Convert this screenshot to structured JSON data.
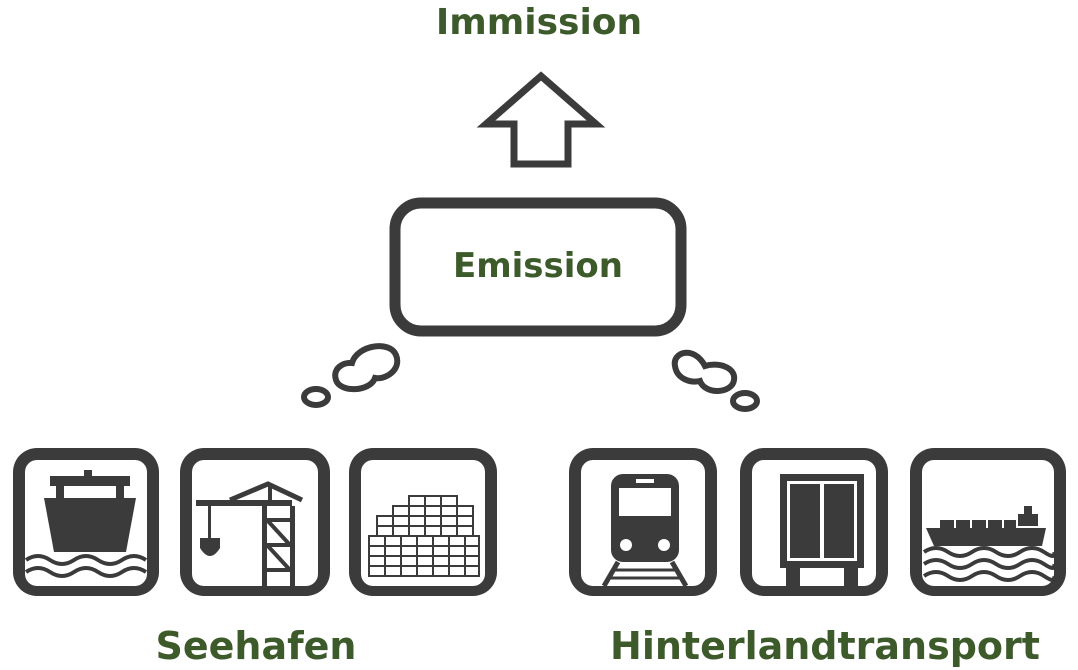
{
  "diagram": {
    "top_label": "Immission",
    "center_label": "Emission",
    "left_group_label": "Seehafen",
    "right_group_label": "Hinterlandtransport",
    "colors": {
      "text": "#3d5a2a",
      "icon": "#3b3b3b"
    },
    "left_icons": [
      "ship-icon",
      "crane-icon",
      "containers-icon"
    ],
    "right_icons": [
      "train-icon",
      "truck-container-icon",
      "barge-icon"
    ]
  }
}
